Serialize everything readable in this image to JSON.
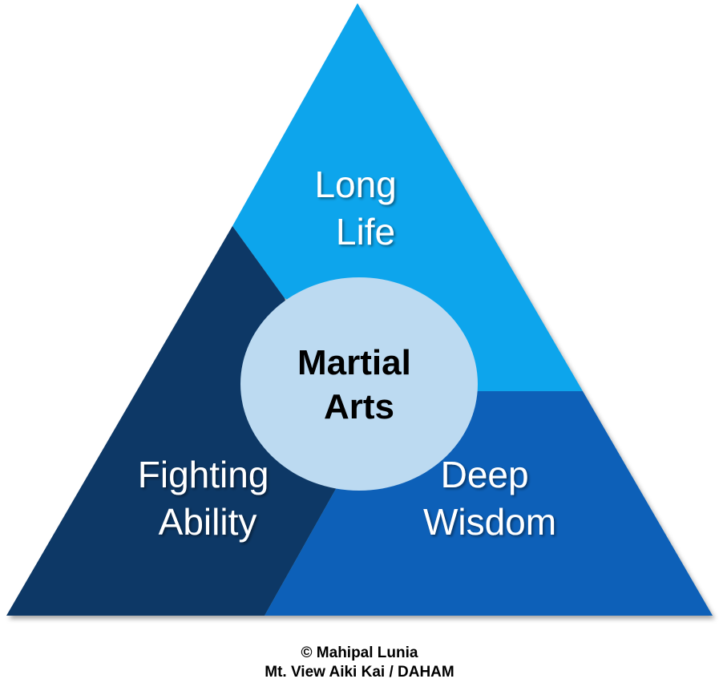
{
  "diagram": {
    "segments": {
      "top": {
        "lines": [
          "Long",
          "Life"
        ],
        "color": "#0ea5ec"
      },
      "left": {
        "lines": [
          "Fighting",
          "Ability"
        ],
        "color": "#0b3766"
      },
      "right": {
        "lines": [
          "Deep",
          "Wisdom"
        ],
        "color": "#0760b8"
      }
    },
    "center": {
      "lines": [
        "Martial",
        "Arts"
      ],
      "color": "#bcdaf1"
    }
  },
  "credits": {
    "line1": "© Mahipal Lunia",
    "line2": "Mt. View Aiki Kai / DAHAM"
  }
}
